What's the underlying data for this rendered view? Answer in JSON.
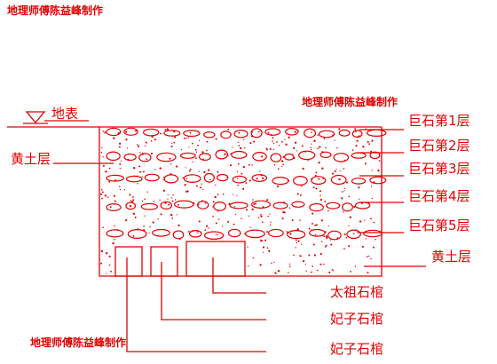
{
  "watermarks": {
    "top_left": "地理师傅陈益峰制作",
    "top_right": "地理师傅陈益峰制作",
    "bottom_left": "地理师傅陈益峰制作"
  },
  "labels": {
    "ground_surface": "地表",
    "loess_left": "黄土层",
    "boulder_1": "巨石第1层",
    "boulder_2": "巨石第2层",
    "boulder_3": "巨石第3层",
    "boulder_4": "巨石第4层",
    "boulder_5": "巨石第5层",
    "loess_right": "黄土层",
    "ancestor_coffin": "太祖石棺",
    "concubine_coffin_1": "妃子石棺",
    "concubine_coffin_2": "妃子石棺"
  },
  "colors": {
    "ink": "#e10000",
    "background": "#ffffff"
  }
}
